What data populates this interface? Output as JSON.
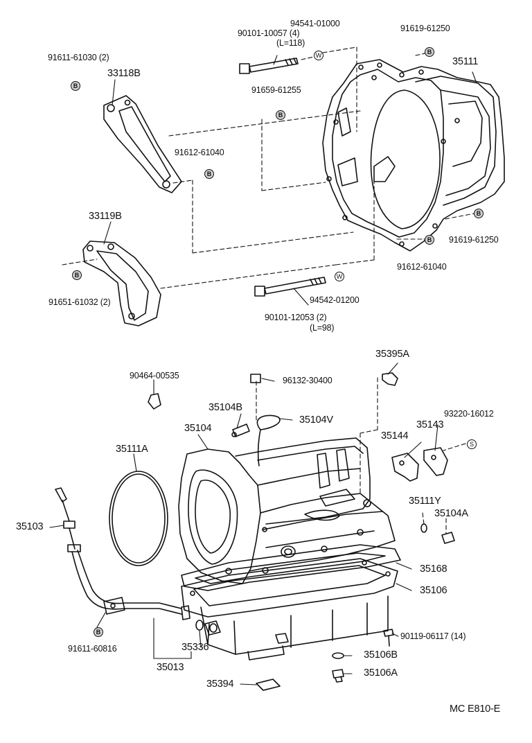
{
  "diagram": {
    "code": "MC E810-E",
    "badges": {
      "bolt": "B",
      "washer": "W",
      "screw": "S"
    }
  },
  "parts": {
    "p91611_61030": "91611-61030 (2)",
    "p33118B": "33118B",
    "p90101_10057": "90101-10057 (4)",
    "p90101_10057_len": "(L=118)",
    "p94541_01000": "94541-01000",
    "p91619_61250_top": "91619-61250",
    "p35111": "35111",
    "p91659_61255": "91659-61255",
    "p91612_61040_left": "91612-61040",
    "p33119B": "33119B",
    "p91651_61032": "91651-61032 (2)",
    "p91619_61250_right": "91619-61250",
    "p91612_61040_right": "91612-61040",
    "p94542_01200": "94542-01200",
    "p90101_12053": "90101-12053 (2)",
    "p90101_12053_len": "(L=98)",
    "p35395A": "35395A",
    "p90464_00535": "90464-00535",
    "p96132_30400": "96132-30400",
    "p35104B": "35104B",
    "p35104V": "35104V",
    "p35104": "35104",
    "p93220_16012": "93220-16012",
    "p35143": "35143",
    "p35144": "35144",
    "p35111A": "35111A",
    "p35111Y": "35111Y",
    "p35104A": "35104A",
    "p35103": "35103",
    "p35168": "35168",
    "p35106": "35106",
    "p91611_60816": "91611-60816",
    "p35336": "35336",
    "p90119_06117": "90119-06117 (14)",
    "p35013": "35013",
    "p35106B": "35106B",
    "p35106A": "35106A",
    "p35394": "35394"
  }
}
